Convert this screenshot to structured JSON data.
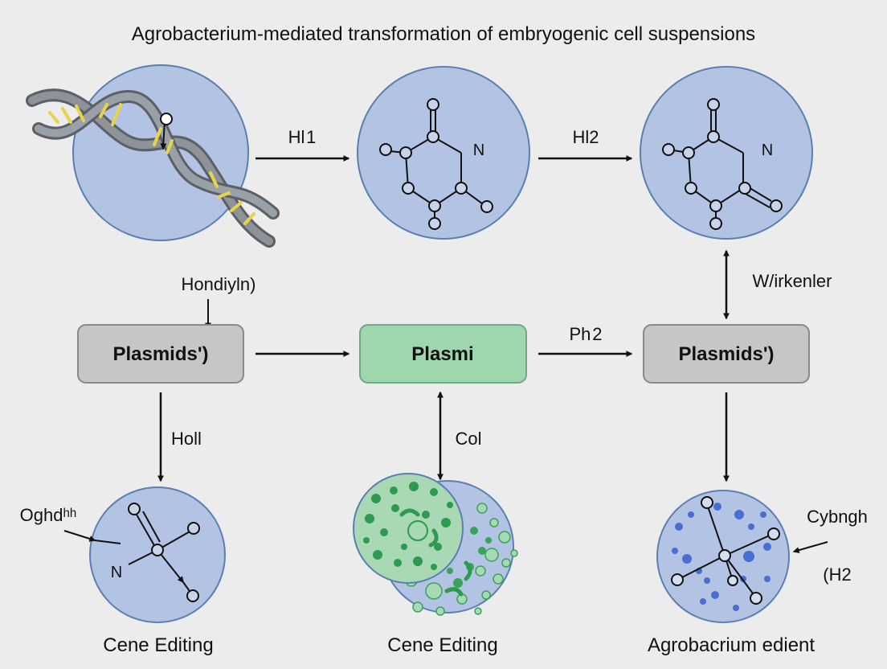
{
  "title": "Agrobacterium-mediated transformation of embryogenic cell suspensions",
  "colors": {
    "background": "#ececec",
    "circle_fill": "#b3c3e3",
    "circle_stroke": "#5b7fb0",
    "box_gray": "#c6c6c6",
    "box_green": "#9ed6ae",
    "cell_green": "#3aa35a",
    "dot_blue": "#4a6ed0",
    "dna_yellow": "#e8d34a"
  },
  "edge_labels": {
    "top_left_to_mid": "Hl 1",
    "top_mid_to_right": "Hl2",
    "dna_down": "Hondiyln)",
    "right_vertical": "W/irkenler",
    "mid_to_right": "Ph 2",
    "left_down": "Holl",
    "center_vertical": "Col"
  },
  "molecule_label_n": "N",
  "boxes": {
    "left": "Plasmids')",
    "center": "Plasmi",
    "right": "Plasmids')"
  },
  "side_labels": {
    "bottom_left": "Oghdʰʰ",
    "bottom_right_top": "Cybngh",
    "bottom_right_bottom": "(H2"
  },
  "captions": {
    "bottom_left": "Cene Editing",
    "bottom_center": "Cene Editing",
    "bottom_right": "Agrobacrium edient"
  },
  "icons": [
    "dna-helix-icon",
    "molecule-ring-icon",
    "cell-cluster-icon",
    "dot-network-icon"
  ]
}
